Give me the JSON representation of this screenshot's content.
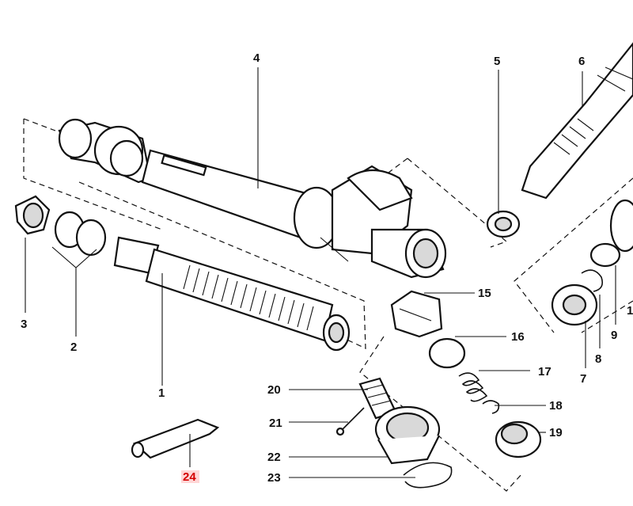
{
  "diagram": {
    "callouts": [
      {
        "id": "1",
        "text": "1"
      },
      {
        "id": "2",
        "text": "2"
      },
      {
        "id": "3",
        "text": "3"
      },
      {
        "id": "4",
        "text": "4"
      },
      {
        "id": "5",
        "text": "5"
      },
      {
        "id": "6",
        "text": "6"
      },
      {
        "id": "7",
        "text": "7"
      },
      {
        "id": "8",
        "text": "8"
      },
      {
        "id": "9",
        "text": "9"
      },
      {
        "id": "1x",
        "text": "1"
      },
      {
        "id": "15",
        "text": "15"
      },
      {
        "id": "16",
        "text": "16"
      },
      {
        "id": "17",
        "text": "17"
      },
      {
        "id": "18",
        "text": "18"
      },
      {
        "id": "19",
        "text": "19"
      },
      {
        "id": "20",
        "text": "20"
      },
      {
        "id": "21",
        "text": "21"
      },
      {
        "id": "22",
        "text": "22"
      },
      {
        "id": "23",
        "text": "23"
      },
      {
        "id": "24",
        "text": "24"
      }
    ],
    "highlighted_callout": "24",
    "highlight_color": "#d40000"
  }
}
